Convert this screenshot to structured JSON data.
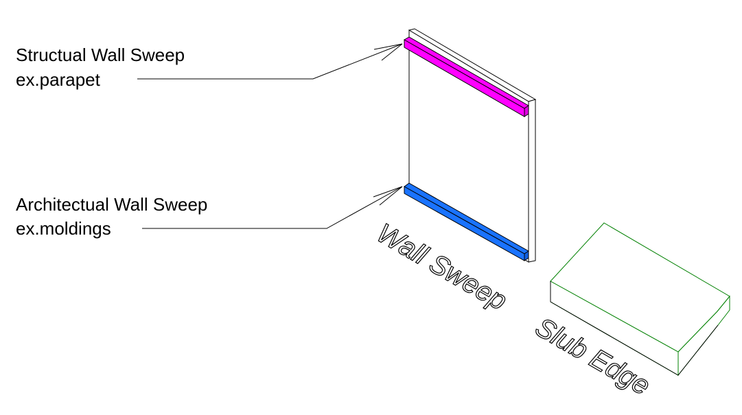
{
  "labels": {
    "structural_title": "Structual Wall Sweep",
    "structural_example": "ex.parapet",
    "architectural_title": "Architectual Wall Sweep",
    "architectural_example": "ex.moldings",
    "wall_sweep_tag": "Wall Sweep",
    "slab_edge_tag": "Slub Edge"
  },
  "colors": {
    "structural_sweep": "#ff00ff",
    "architectural_sweep": "#1a73ff",
    "slab_edge_outline": "#008000",
    "wall_outline": "#000000"
  }
}
